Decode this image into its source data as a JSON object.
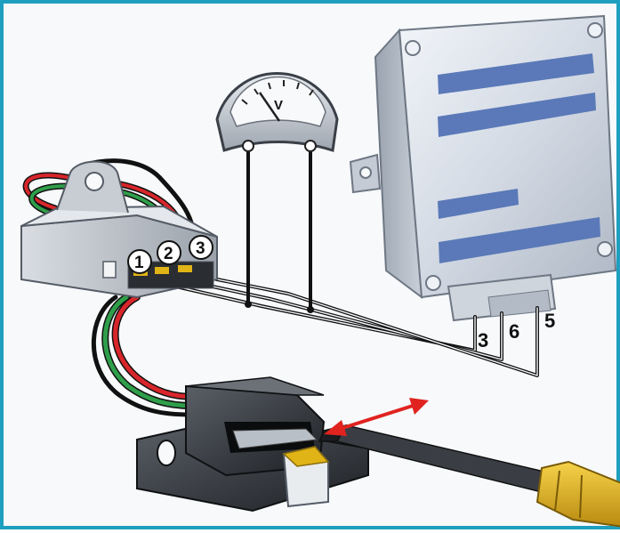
{
  "connector_pins": [
    {
      "num": "1"
    },
    {
      "num": "2"
    },
    {
      "num": "3"
    }
  ],
  "ecu_pins": [
    {
      "num": "3"
    },
    {
      "num": "6"
    },
    {
      "num": "5"
    }
  ],
  "voltmeter": {
    "unit": "V"
  },
  "colors": {
    "frame": "#1f9fbf",
    "wire_red": "#d8262b",
    "wire_green": "#2f9e4a",
    "wire_black": "#111111",
    "arrow": "#e0231f",
    "housing": "#c7ccd3",
    "ecu_body": "#d7dde6",
    "ecu_stripe": "#5b79b8",
    "screwdriver_handle": "#e0b417"
  },
  "icons": {
    "arrow": "double-arrow-icon",
    "gauge": "voltmeter-icon",
    "tool": "screwdriver-icon"
  }
}
